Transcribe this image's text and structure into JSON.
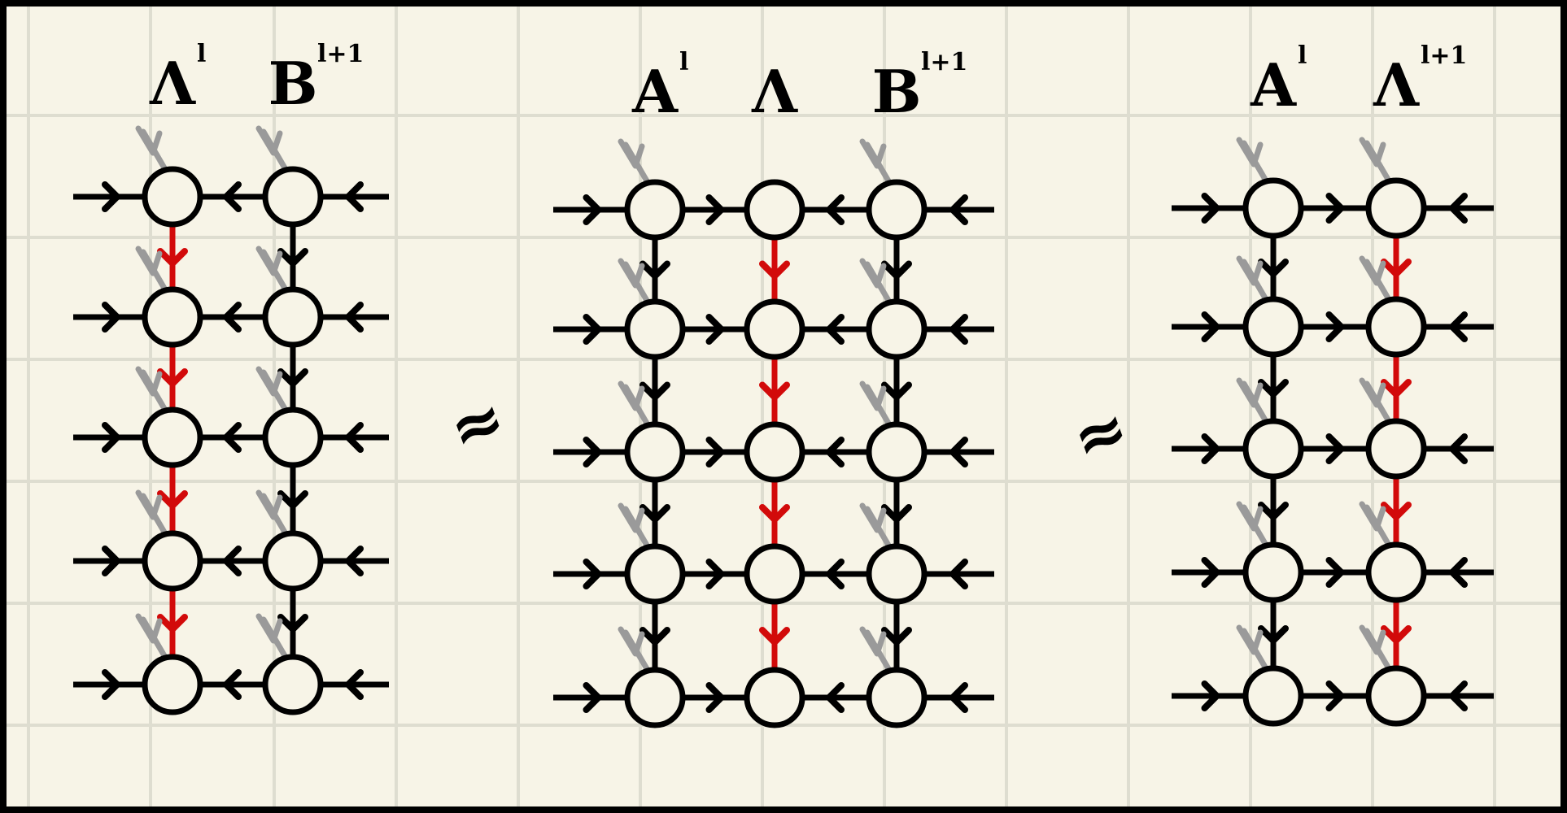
{
  "colors": {
    "background": "#f7f4e7",
    "grid": "#deddd0",
    "ink": "#000000",
    "highlight": "#d20a0a",
    "physical_leg": "#9a9a9a"
  },
  "panels": [
    {
      "columns": [
        {
          "label": "Λ",
          "superscript": "l",
          "highlight": true
        },
        {
          "label": "B",
          "superscript": "l+1",
          "highlight": false
        }
      ],
      "rows": 5
    },
    {
      "columns": [
        {
          "label": "A",
          "superscript": "l",
          "highlight": false
        },
        {
          "label": "Λ",
          "superscript": "",
          "highlight": true
        },
        {
          "label": "B",
          "superscript": "l+1",
          "highlight": false
        }
      ],
      "rows": 5
    },
    {
      "columns": [
        {
          "label": "A",
          "superscript": "l",
          "highlight": false
        },
        {
          "label": "Λ",
          "superscript": "l+1",
          "highlight": true
        }
      ],
      "rows": 5
    }
  ],
  "relations": [
    "≈",
    "≈"
  ]
}
